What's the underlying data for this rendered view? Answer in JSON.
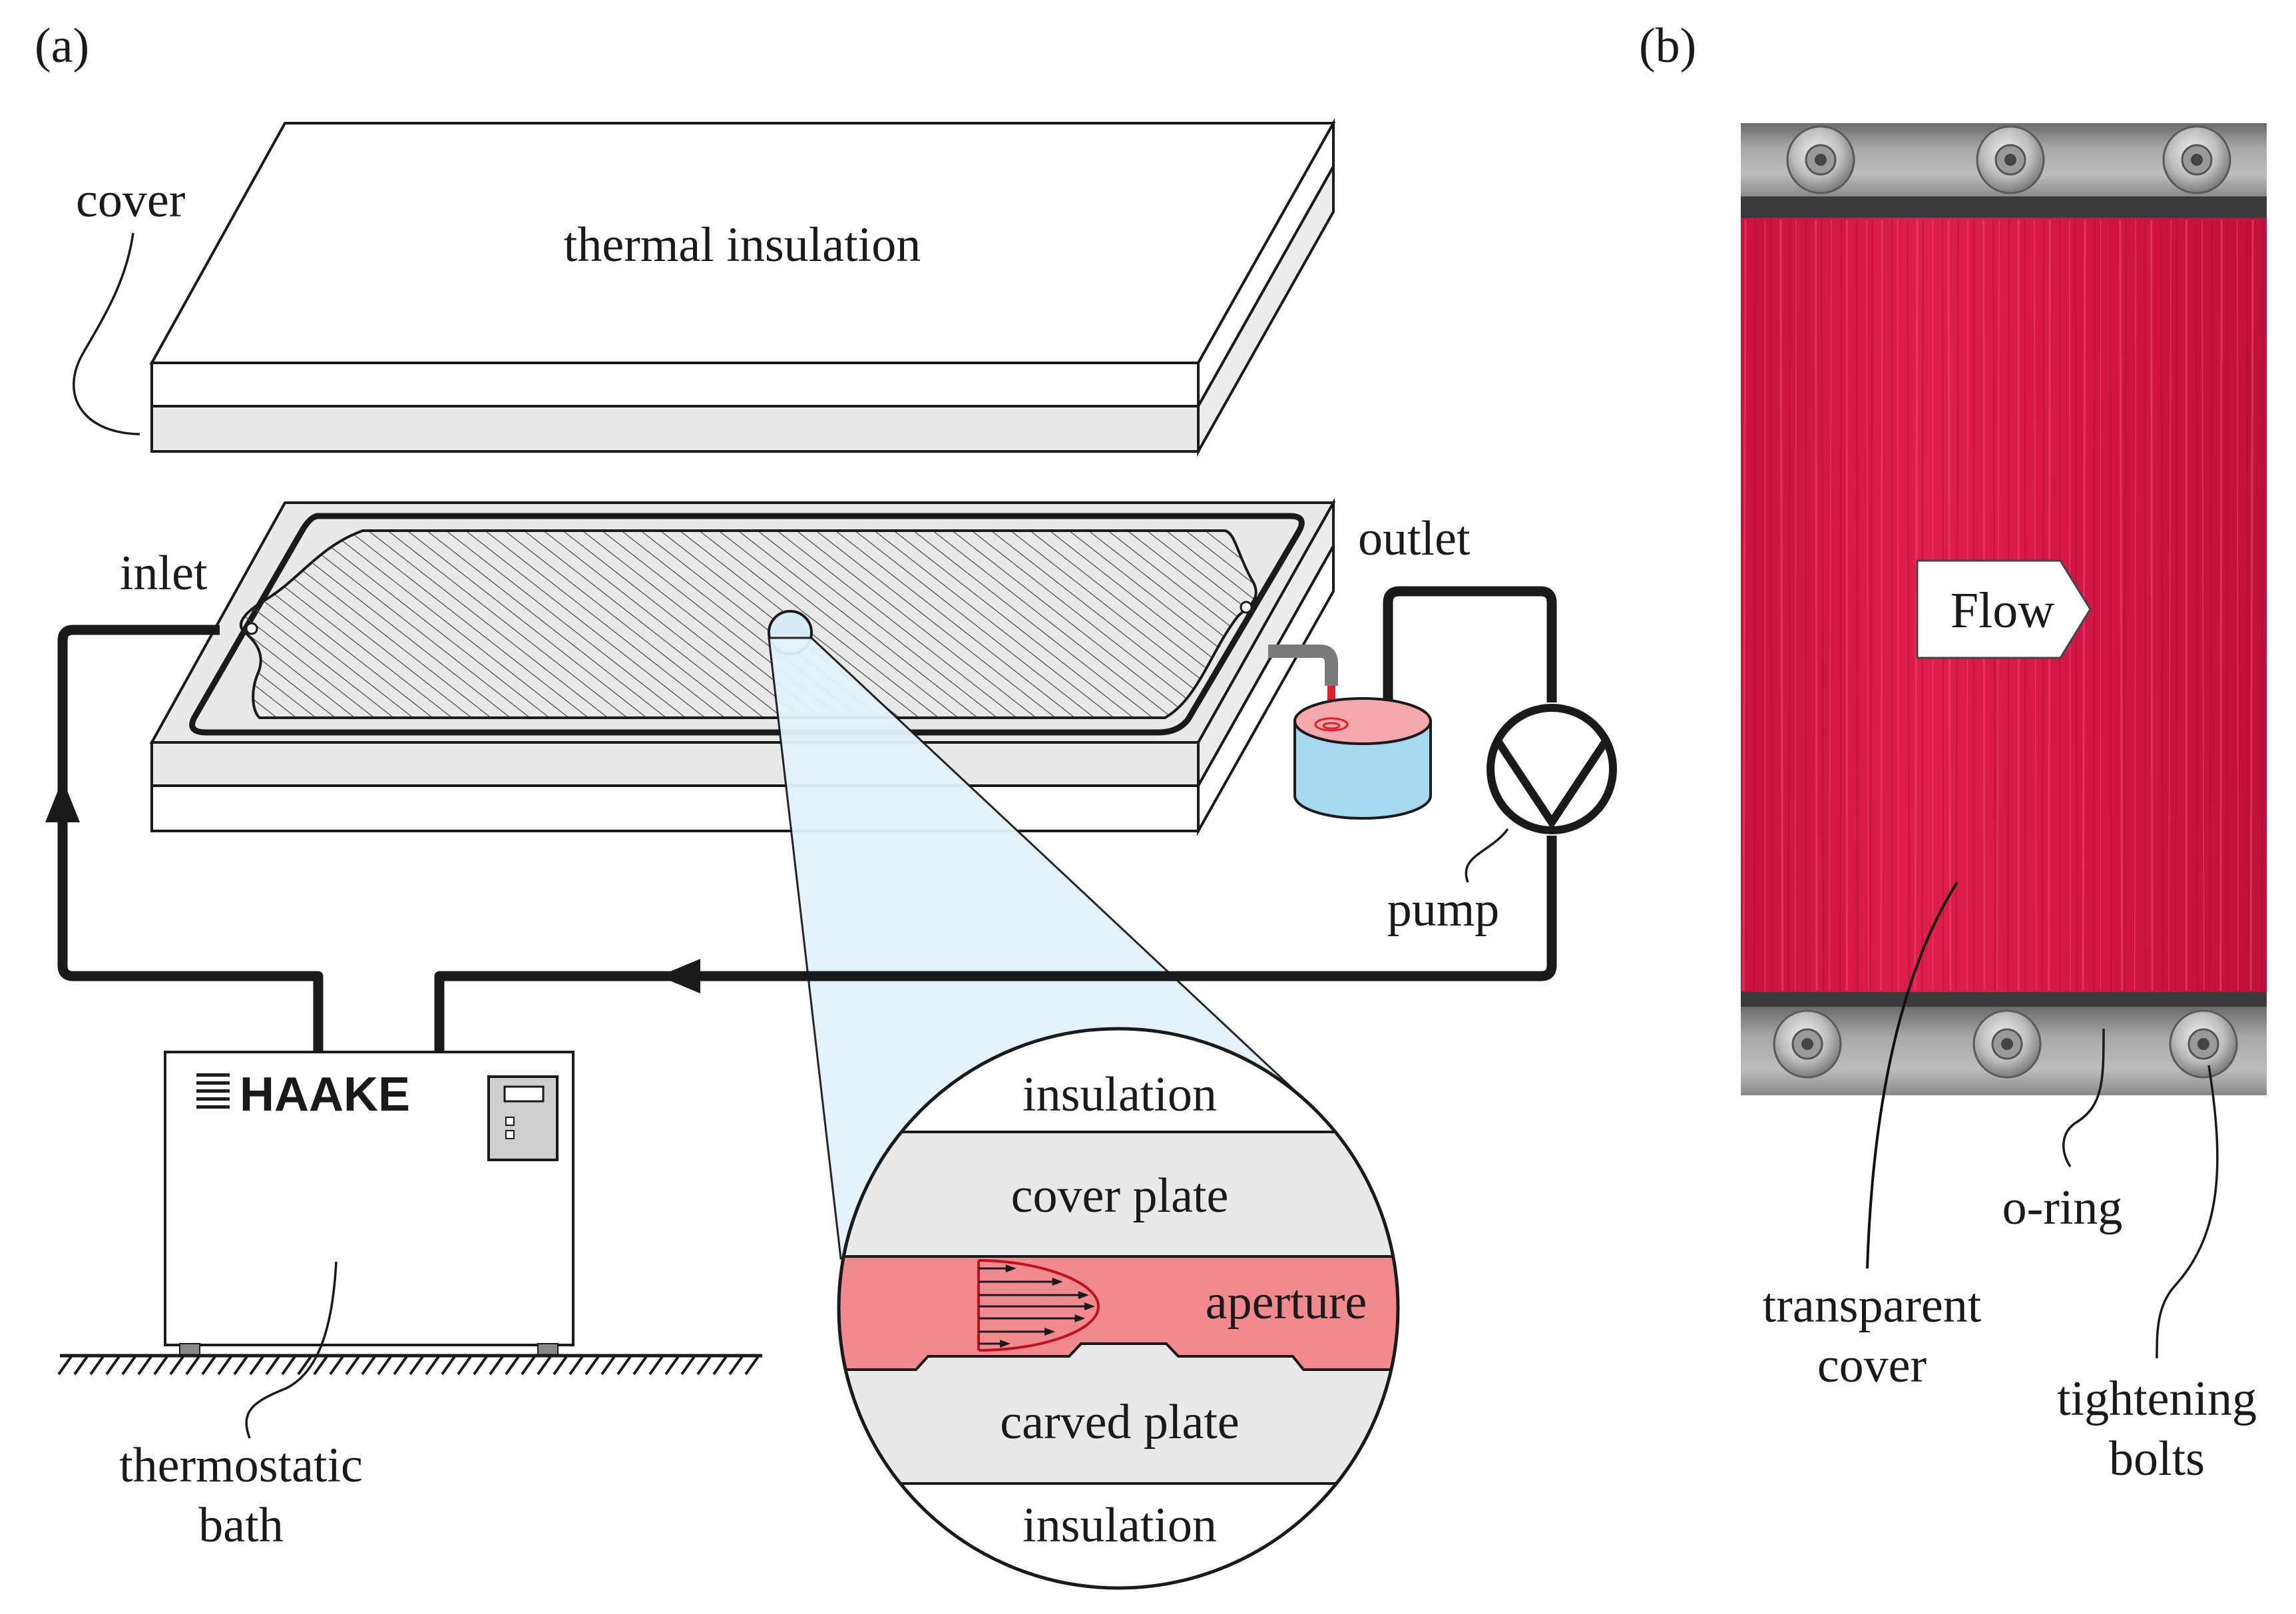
{
  "panels": {
    "a_label": "(a)",
    "b_label": "(b)"
  },
  "schematic": {
    "cover_label": "cover",
    "thermal_insulation_label": "thermal insulation",
    "inlet_label": "inlet",
    "outlet_label": "outlet",
    "pump_label": "pump",
    "bath_label_line1": "thermostatic",
    "bath_label_line2": "bath",
    "bath_brand": "HAAKE"
  },
  "magnifier": {
    "layer_insulation_top": "insulation",
    "layer_cover_plate": "cover plate",
    "layer_aperture": "aperture",
    "layer_carved_plate": "carved plate",
    "layer_insulation_bottom": "insulation"
  },
  "photo": {
    "flow_label": "Flow",
    "transparent_label_line1": "transparent",
    "transparent_label_line2": "cover",
    "oring_label": "o-ring",
    "bolts_label_line1": "tightening",
    "bolts_label_line2": "bolts"
  },
  "colors": {
    "fluid_red": "#f08a8e",
    "photo_red": "#d61a45",
    "reservoir_blue": "#a6d8f2",
    "light_cone": "#e3f3fb",
    "plate_gray": "#e8e9e8",
    "outline": "#1a1a1a"
  }
}
